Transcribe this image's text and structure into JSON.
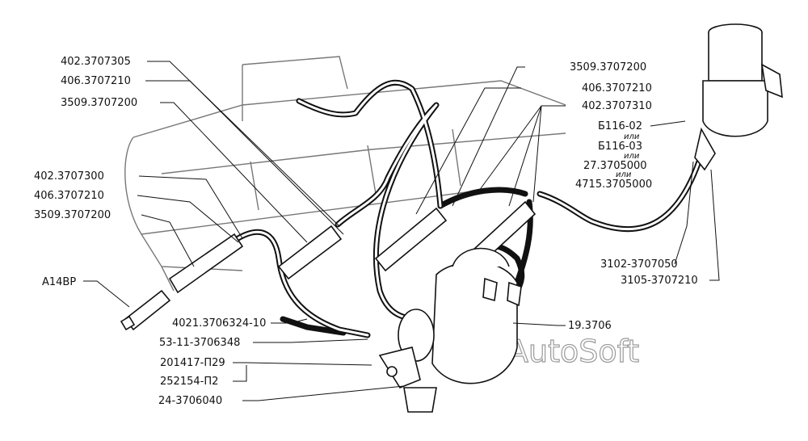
{
  "watermark": "AutoSoft",
  "or_word": "или",
  "labels": {
    "l1": "402.3707305",
    "l2": "406.3707210",
    "l3": "3509.3707200",
    "l4": "402.3707300",
    "l5": "406.3707210",
    "l6": "3509.3707200",
    "l7": "А14ВР",
    "r1": "3509.3707200",
    "r2": "406.3707210",
    "r3": "402.3707310",
    "coil_a": "Б116-02",
    "coil_b": "Б116-03",
    "coil_c": "27.3705000",
    "coil_d": "4715.3705000",
    "r4": "3102-3707050",
    "r5": "3105-3707210",
    "b1": "4021.3706324-10",
    "b2": "53-11-3706348",
    "b3": "201417-П29",
    "b4": "252154-П2",
    "b5": "24-3706040",
    "dist": "19.3706"
  }
}
